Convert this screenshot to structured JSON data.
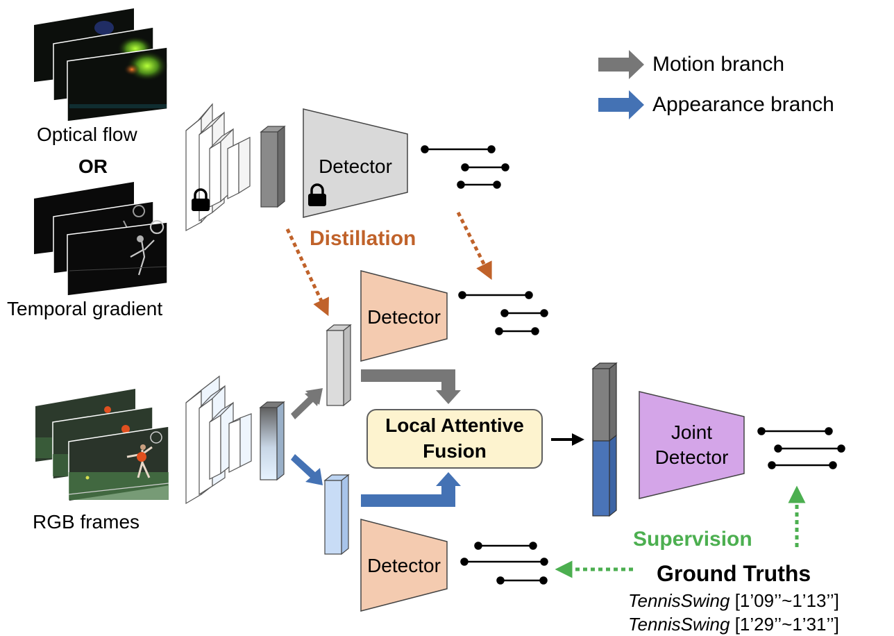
{
  "legend": {
    "motion": {
      "label": "Motion branch",
      "color": "#777777"
    },
    "appearance": {
      "label": "Appearance branch",
      "color": "#4472b4"
    }
  },
  "inputs": {
    "optical_flow": "Optical flow",
    "or": "OR",
    "temporal_gradient": "Temporal gradient",
    "rgb_frames": "RGB frames"
  },
  "detectors": {
    "teacher": "Detector",
    "student_motion": "Detector",
    "student_appearance": "Detector",
    "joint_line1": "Joint",
    "joint_line2": "Detector"
  },
  "fusion": {
    "line1": "Local Attentive",
    "line2": "Fusion"
  },
  "annotations": {
    "distillation": "Distillation",
    "supervision": "Supervision",
    "ground_truths": "Ground Truths"
  },
  "ground_truth_items": [
    {
      "action": "TennisSwing",
      "span": "[1’09’’~1’13’’]"
    },
    {
      "action": "TennisSwing",
      "span": "[1’29’’~1’31’’]"
    }
  ],
  "colors": {
    "distill": "#c0622a",
    "supervise": "#4caf50",
    "teacher_detector": "#d9d9d9",
    "student_detector": "#f4cbb0",
    "joint_detector": "#d4a5e8",
    "fusion_fill": "#fdf3cf",
    "gray_feature": "#808080",
    "blue_feature": "#4a74b8"
  },
  "icons": [
    "lock-icon",
    "arrow-icon"
  ]
}
